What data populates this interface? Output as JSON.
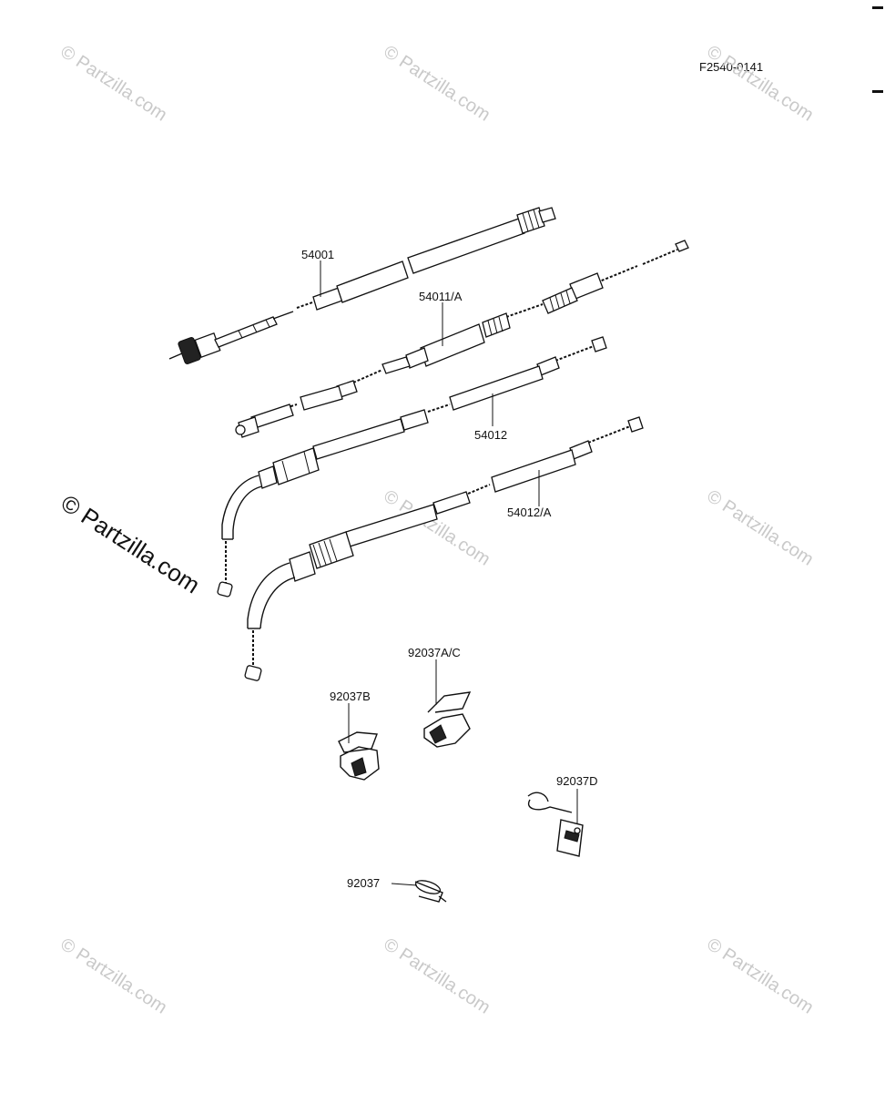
{
  "figure_code": "F2540-0141",
  "watermark_text": "© Partzilla.com",
  "parts": {
    "p54001": "54001",
    "p54011A": "54011/A",
    "p54012": "54012",
    "p54012A": "54012/A",
    "p92037AC": "92037A/C",
    "p92037B": "92037B",
    "p92037D": "92037D",
    "p92037": "92037"
  }
}
